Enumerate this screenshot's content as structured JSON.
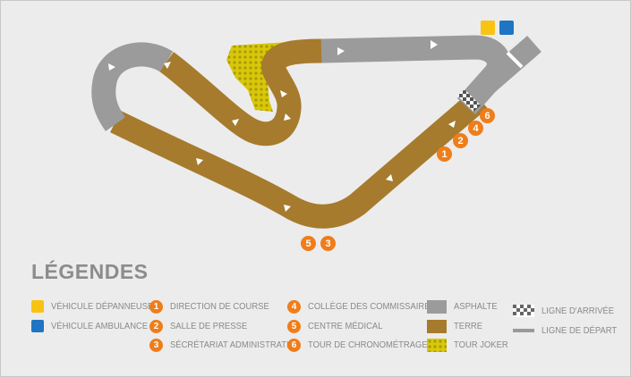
{
  "title": "LÉGENDES",
  "colors": {
    "asphalt": "#9b9b9b",
    "dirt": "#a67b2d",
    "joker": "#d9c70a",
    "orange": "#ef7d1a",
    "yellow": "#f8c313",
    "blue": "#1f75c2",
    "background": "#ececec",
    "text": "#8a8a8a"
  },
  "map_markers": {
    "pit_badges": [
      "6",
      "4",
      "2",
      "1"
    ],
    "bottom_badges": [
      "5",
      "3"
    ],
    "vehicles": [
      "yellow-square",
      "blue-square"
    ]
  },
  "legend": {
    "vehicles": [
      {
        "label": "VÉHICULE DÉPANNEUSE",
        "color": "#f8c313"
      },
      {
        "label": "VÉHICULE AMBULANCE",
        "color": "#1f75c2"
      }
    ],
    "facilities_1": [
      {
        "num": "1",
        "label": "DIRECTION DE COURSE"
      },
      {
        "num": "2",
        "label": "SALLE DE PRESSE"
      },
      {
        "num": "3",
        "label": "SÉCRÉTARIAT ADMINISTRATIF"
      }
    ],
    "facilities_2": [
      {
        "num": "4",
        "label": "COLLÈGE DES COMMISSAIRES"
      },
      {
        "num": "5",
        "label": "CENTRE MÉDICAL"
      },
      {
        "num": "6",
        "label": "TOUR DE CHRONOMÉTRAGE"
      }
    ],
    "surfaces": [
      {
        "label": "ASPHALTE",
        "icon": "asphalt-swatch"
      },
      {
        "label": "TERRE",
        "icon": "dirt-swatch"
      },
      {
        "label": "TOUR JOKER",
        "icon": "joker-swatch"
      }
    ],
    "lines": [
      {
        "label": "LIGNE D'ARRIVÉE",
        "icon": "checkered-flag-line-icon"
      },
      {
        "label": "LIGNE DE DÉPART",
        "icon": "start-line-icon"
      }
    ]
  }
}
